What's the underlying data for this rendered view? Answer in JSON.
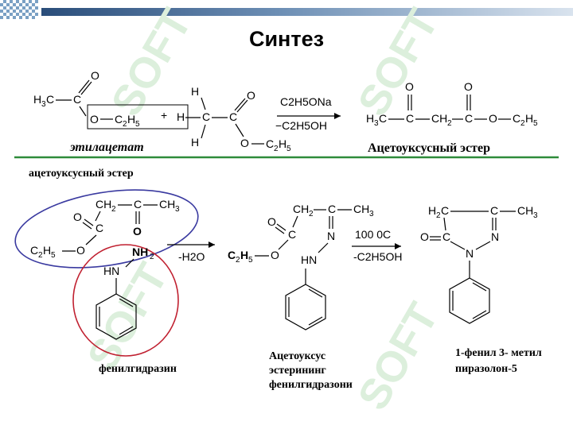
{
  "title": "Синтез",
  "colors": {
    "top_bar": "#2a4d7a",
    "separator": "#2e8b3a",
    "ellipse_blue": "#3a3aa0",
    "ellipse_red": "#c02030",
    "watermark": "#dcefdc"
  },
  "watermark_text": "SOFT",
  "reaction1": {
    "reagent_top": "C2H5ONa",
    "reagent_bottom": "−C2H5OH",
    "label_left": "этилацетат",
    "label_right": "Ацетоуксусный эстер"
  },
  "reaction2": {
    "label_top_left": "ацетоуксусный эстер",
    "label_hydrazine": "фенилгидразин",
    "step1_condition": "-H2O",
    "step2_condition_top": "100 0C",
    "step2_condition_bottom": "-C2H5OH",
    "label_hydrazone": [
      "Ацетоуксус",
      "эстерининг",
      "фенилгидразони"
    ],
    "label_product": [
      "1-фенил 3- метил",
      "пиразолон-5"
    ]
  }
}
